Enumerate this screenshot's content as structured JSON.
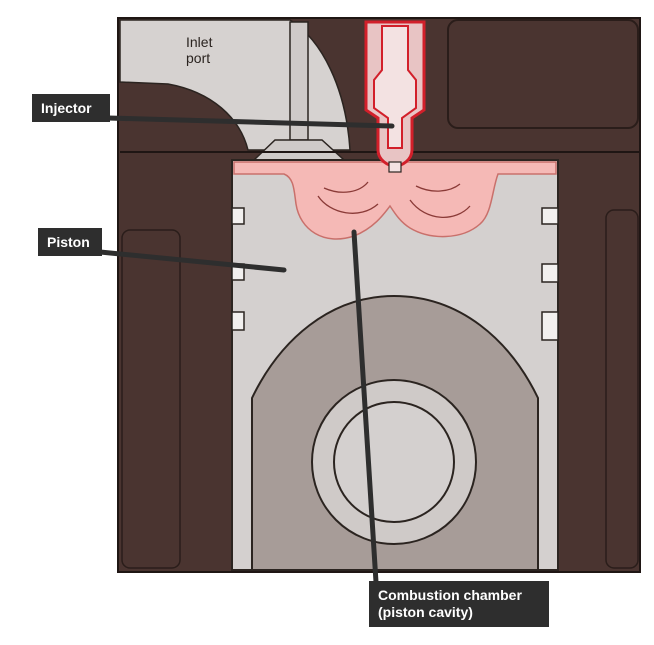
{
  "diagram": {
    "inlet_label": {
      "line1": "Inlet",
      "line2": "port"
    },
    "callouts": {
      "injector": "Injector",
      "piston": "Piston",
      "combustion_line1": "Combustion chamber",
      "combustion_line2": "(piston cavity)"
    },
    "colors": {
      "engine_block": "#4a3430",
      "piston_body": "#d4d0cf",
      "connecting_rod": "#a79c98",
      "combustion_chamber": "#f5b9b6",
      "injector_outline": "#d21f2a",
      "callout_background": "#2e2e2e",
      "callout_text": "#ffffff",
      "leader_line": "#2e2e2e"
    }
  }
}
